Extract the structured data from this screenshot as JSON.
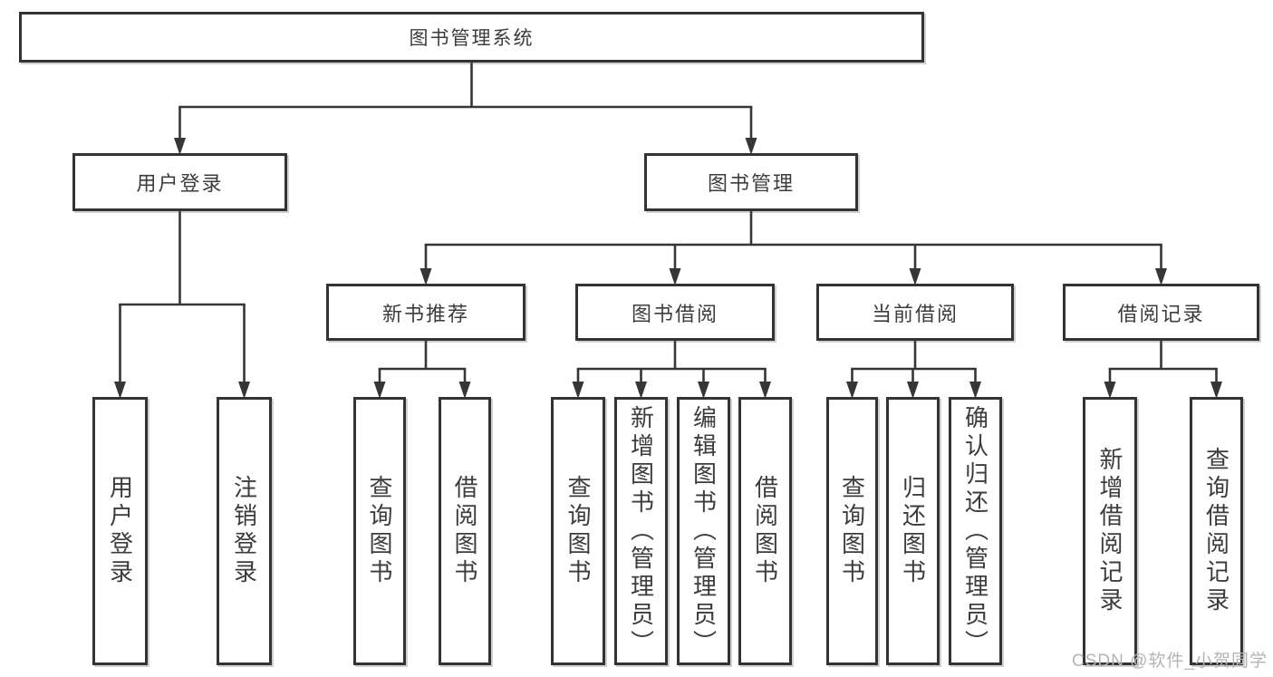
{
  "tree": {
    "label": "图书管理系统",
    "children": [
      {
        "label": "用户登录",
        "children": [
          {
            "label": "用户登录"
          },
          {
            "label": "注销登录"
          }
        ]
      },
      {
        "label": "图书管理",
        "children": [
          {
            "label": "新书推荐",
            "children": [
              {
                "label": "查询图书"
              },
              {
                "label": "借阅图书"
              }
            ]
          },
          {
            "label": "图书借阅",
            "children": [
              {
                "label": "查询图书"
              },
              {
                "label": "新增图书（管理员）"
              },
              {
                "label": "编辑图书（管理员）"
              },
              {
                "label": "借阅图书"
              }
            ]
          },
          {
            "label": "当前借阅",
            "children": [
              {
                "label": "查询图书"
              },
              {
                "label": "归还图书"
              },
              {
                "label": "确认归还（管理员）"
              }
            ]
          },
          {
            "label": "借阅记录",
            "children": [
              {
                "label": "新增借阅记录"
              },
              {
                "label": "查询借阅记录"
              }
            ]
          }
        ]
      }
    ]
  },
  "watermark": {
    "text": "CSDN @软件_小贺同学",
    "color": "#b4b4b4"
  },
  "style": {
    "line_color": "#363636",
    "border_color": "#333333",
    "text_color": "#3c3c3c",
    "background": "#ffffff"
  }
}
